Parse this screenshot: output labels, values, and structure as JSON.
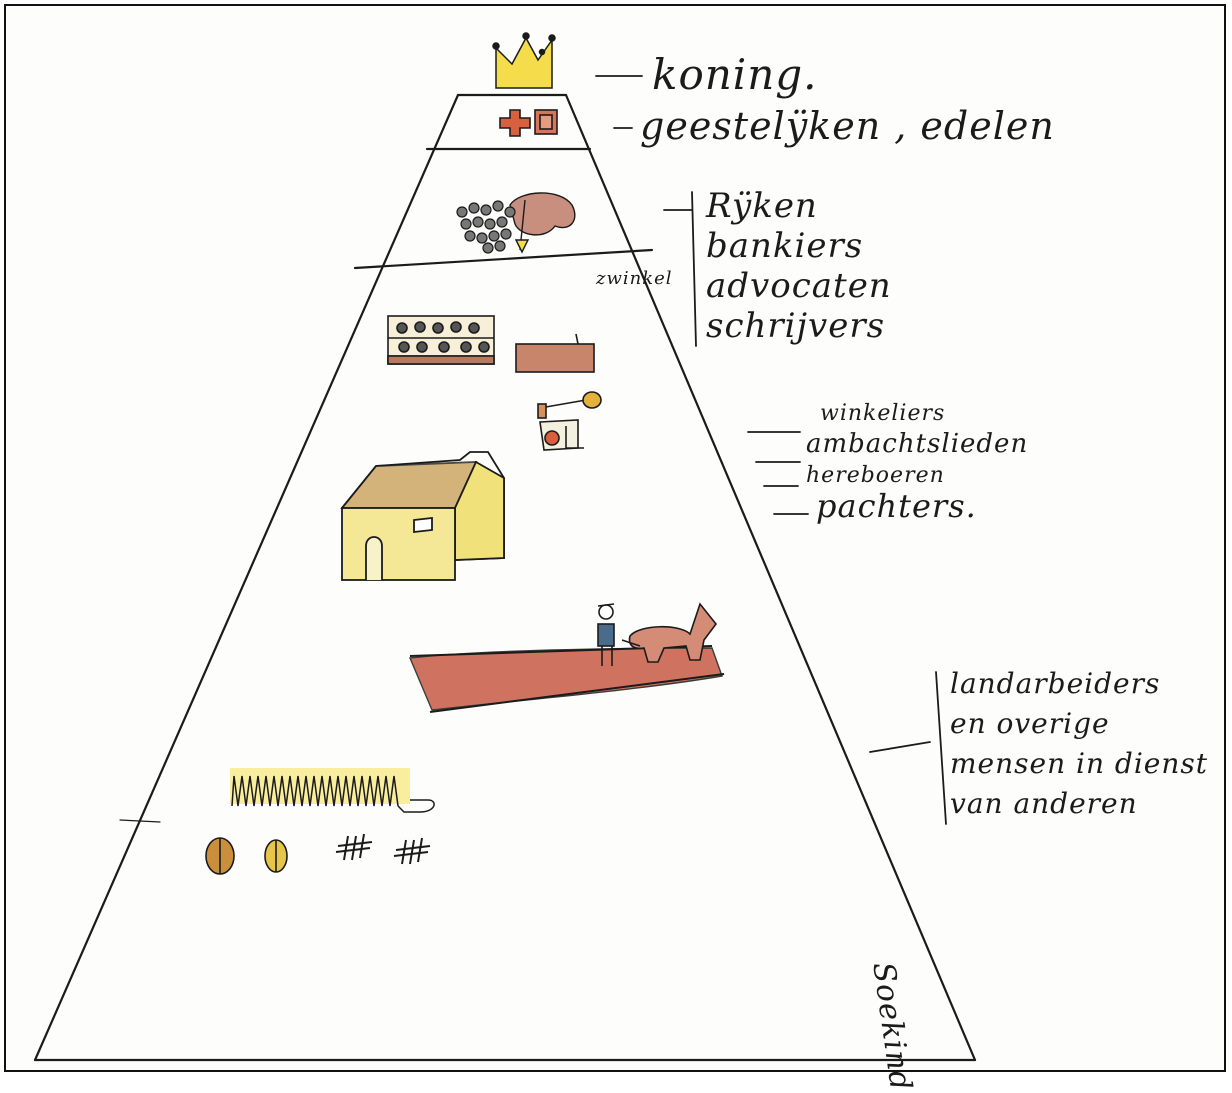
{
  "labels": {
    "koning": "koning.",
    "geestelijken": "geestelÿken , edelen",
    "rijken_lines": [
      "Rÿken",
      "bankiers",
      "advocaten",
      "schrijvers"
    ],
    "zwinkel": "zwinkel",
    "middle_lines": [
      "winkeliers",
      "ambachtslieden",
      "hereboeren",
      "pachters."
    ],
    "land_lines": [
      "landarbeiders",
      "en overige",
      "mensen in dienst",
      "van anderen"
    ],
    "signature": "Soekind"
  },
  "colors": {
    "ink": "#1b1b1b",
    "crown_yellow": "#f4dc4a",
    "cross_red": "#d9603f",
    "brown": "#a8614a",
    "house_yellow": "#f1e17a",
    "field_red": "#c85c45"
  }
}
